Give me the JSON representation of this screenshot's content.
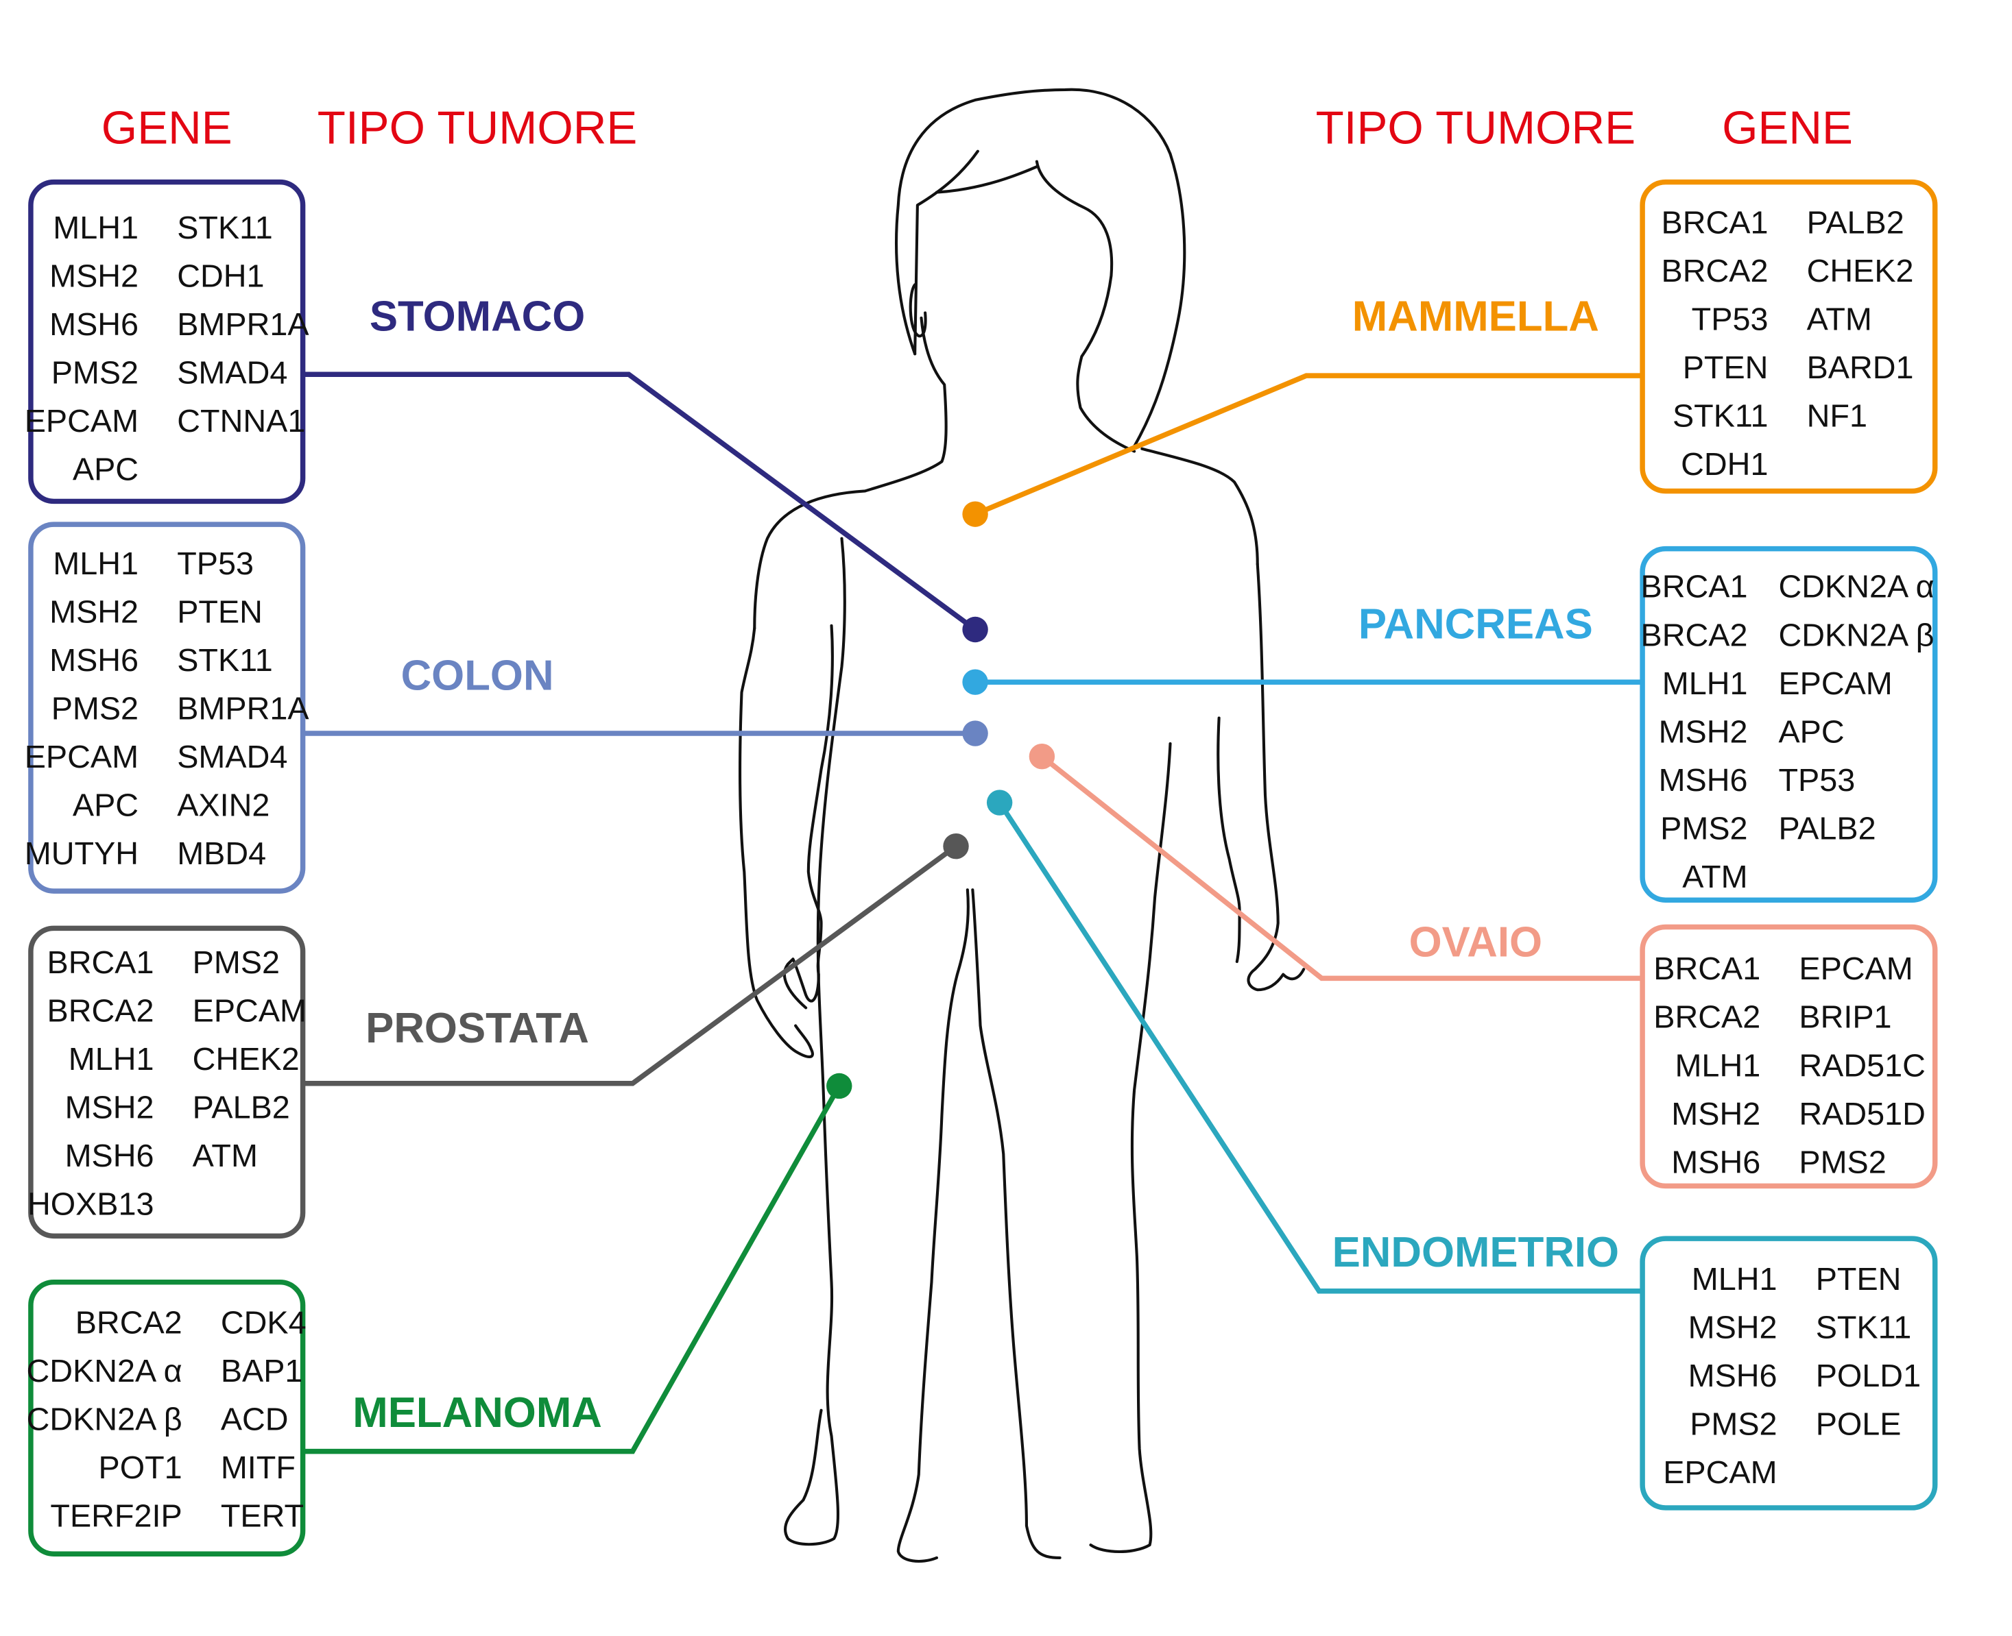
{
  "headers": {
    "left_gene": "GENE",
    "left_tumor": "TIPO TUMORE",
    "right_tumor": "TIPO TUMORE",
    "right_gene": "GENE",
    "color": "#e30613"
  },
  "tumors": [
    {
      "id": "stomaco",
      "side": "left",
      "label": "STOMACO",
      "color": "#2e2a7f",
      "genes_col1": [
        "MLH1",
        "MSH2",
        "MSH6",
        "PMS2",
        "EPCAM",
        "APC"
      ],
      "genes_col2": [
        "STK11",
        "CDH1",
        "BMPR1A",
        "SMAD4",
        "CTNNA1"
      ]
    },
    {
      "id": "colon",
      "side": "left",
      "label": "COLON",
      "color": "#6a84c2",
      "genes_col1": [
        "MLH1",
        "MSH2",
        "MSH6",
        "PMS2",
        "EPCAM",
        "APC",
        "MUTYH"
      ],
      "genes_col2": [
        "TP53",
        "PTEN",
        "STK11",
        "BMPR1A",
        "SMAD4",
        "AXIN2",
        "MBD4"
      ]
    },
    {
      "id": "prostata",
      "side": "left",
      "label": "PROSTATA",
      "color": "#575757",
      "genes_col1": [
        "BRCA1",
        "BRCA2",
        "MLH1",
        "MSH2",
        "MSH6",
        "HOXB13"
      ],
      "genes_col2": [
        "PMS2",
        "EPCAM",
        "CHEK2",
        "PALB2",
        "ATM"
      ]
    },
    {
      "id": "melanoma",
      "side": "left",
      "label": "MELANOMA",
      "color": "#0f8c3a",
      "genes_col1": [
        "BRCA2",
        "CDKN2A α",
        "CDKN2A β",
        "POT1",
        "TERF2IP"
      ],
      "genes_col2": [
        "CDK4",
        "BAP1",
        "ACD",
        "MITF",
        "TERT"
      ]
    },
    {
      "id": "mammella",
      "side": "right",
      "label": "MAMMELLA",
      "color": "#f39200",
      "genes_col1": [
        "BRCA1",
        "BRCA2",
        "TP53",
        "PTEN",
        "STK11",
        "CDH1"
      ],
      "genes_col2": [
        "PALB2",
        "CHEK2",
        "ATM",
        "BARD1",
        "NF1"
      ]
    },
    {
      "id": "pancreas",
      "side": "right",
      "label": "PANCREAS",
      "color": "#32a8e0",
      "genes_col1": [
        "BRCA1",
        "BRCA2",
        "MLH1",
        "MSH2",
        "MSH6",
        "PMS2",
        "ATM"
      ],
      "genes_col2": [
        "CDKN2A α",
        "CDKN2A β",
        "EPCAM",
        "APC",
        "TP53",
        "PALB2"
      ]
    },
    {
      "id": "ovaio",
      "side": "right",
      "label": "OVAIO",
      "color": "#f29b87",
      "genes_col1": [
        "BRCA1",
        "BRCA2",
        "MLH1",
        "MSH2",
        "MSH6"
      ],
      "genes_col2": [
        "EPCAM",
        "BRIP1",
        "RAD51C",
        "RAD51D",
        "PMS2"
      ]
    },
    {
      "id": "endometrio",
      "side": "right",
      "label": "ENDOMETRIO",
      "color": "#2ba7be",
      "genes_col1": [
        "MLH1",
        "MSH2",
        "MSH6",
        "PMS2",
        "EPCAM"
      ],
      "genes_col2": [
        "PTEN",
        "STK11",
        "POLD1",
        "POLE"
      ]
    }
  ]
}
